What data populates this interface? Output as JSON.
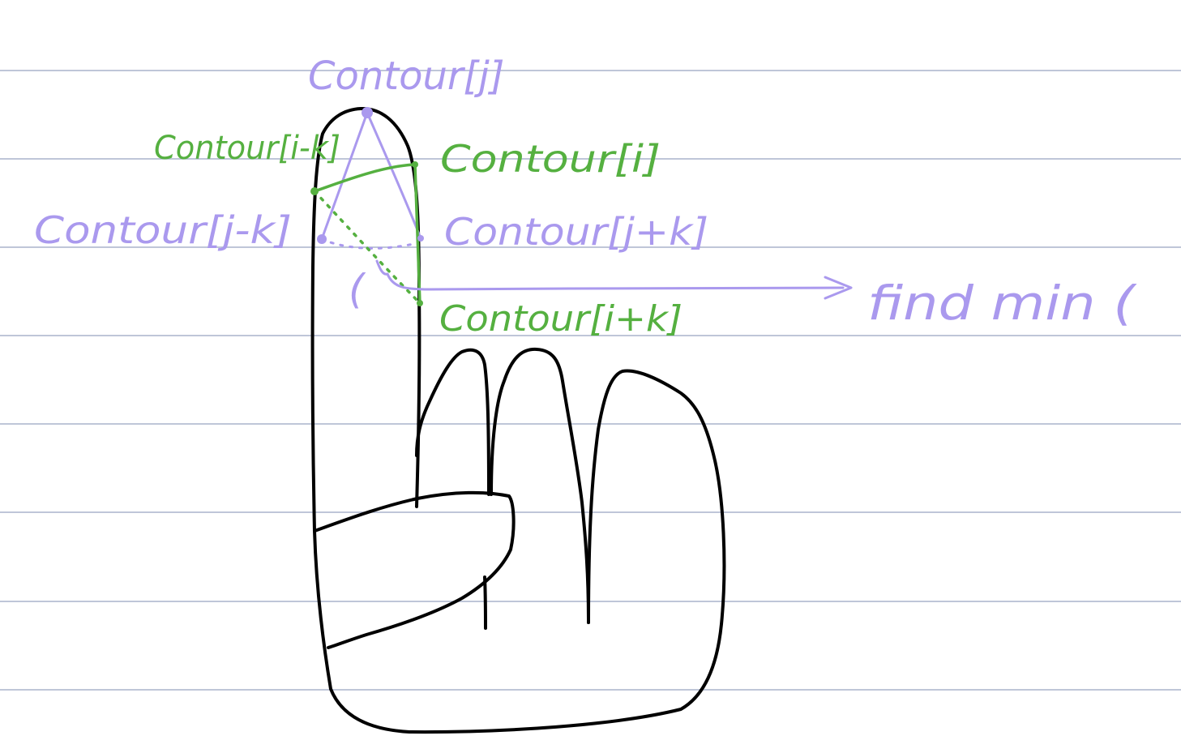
{
  "colors": {
    "background": "#ffffff",
    "rule_line": "#aab4cc",
    "purple": "#aa99ee",
    "green": "#55b040",
    "ink": "#000000"
  },
  "labels": {
    "contour_j": "Contour[j]",
    "contour_i_minus_k": "Contour[i-k]",
    "contour_i": "Contour[i]",
    "contour_j_minus_k": "Contour[j-k]",
    "contour_j_plus_k": "Contour[j+k]",
    "contour_i_plus_k": "Contour[i+k]",
    "theta": "(",
    "find_min": "find min ("
  },
  "icons": {
    "arrow": "arrow-right-icon",
    "hand": "hand-sketch-icon"
  }
}
